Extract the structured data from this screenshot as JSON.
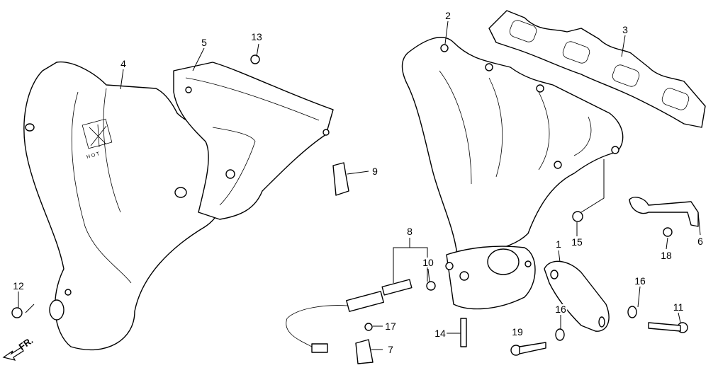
{
  "title": "Exhaust manifold parts diagram",
  "direction_label": "FR.",
  "heat_shield_logo": "HOT",
  "callouts": {
    "c1": "1",
    "c2": "2",
    "c3": "3",
    "c4": "4",
    "c5": "5",
    "c6": "6",
    "c7": "7",
    "c8": "8",
    "c9": "9",
    "c10": "10",
    "c11": "11",
    "c12": "12",
    "c13": "13",
    "c14": "14",
    "c15": "15",
    "c16a": "16",
    "c16b": "16",
    "c17": "17",
    "c18": "18",
    "c19": "19"
  }
}
